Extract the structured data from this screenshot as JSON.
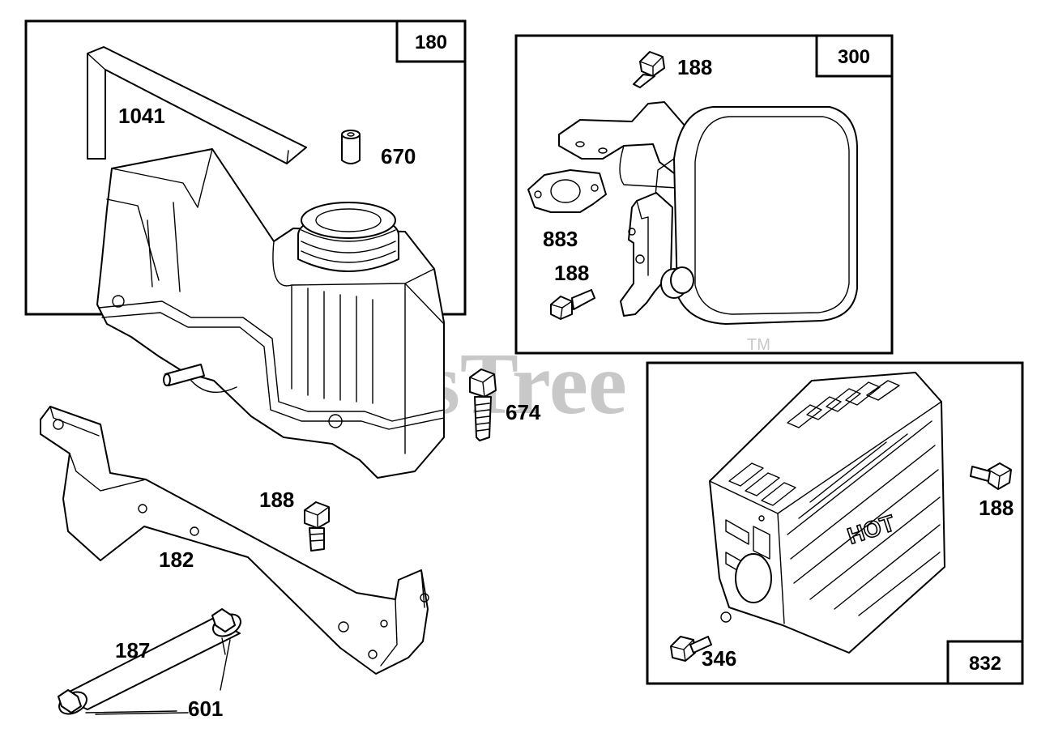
{
  "watermark": {
    "brand": "PartsTree",
    "trademark": "TM"
  },
  "groups": [
    {
      "id": "fuel-tank-group",
      "tag": "180"
    },
    {
      "id": "muffler-group",
      "tag": "300"
    },
    {
      "id": "muffler-guard-group",
      "tag": "832"
    }
  ],
  "callouts": {
    "wire_1041": "1041",
    "spacer_670": "670",
    "screw_674": "674",
    "bracket_182": "182",
    "screw_188_bracket": "188",
    "fuel_line_187": "187",
    "clamp_601": "601",
    "screw_188_muffler_top": "188",
    "gasket_883": "883",
    "screw_188_muffler_bottom": "188",
    "screw_188_guard": "188",
    "screw_346": "346"
  },
  "guard_marking": "HOT"
}
